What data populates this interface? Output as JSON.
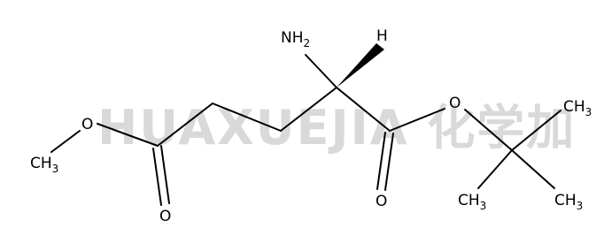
{
  "watermark": "HUAXUEJIA 化学加",
  "atoms": {
    "nh2": {
      "main": "NH",
      "sub": "2"
    },
    "h": "H",
    "ch3_left": {
      "main": "CH",
      "sub": "3"
    },
    "o_ester_left": "O",
    "o_carbonyl_left": "O",
    "o_ester_right": "O",
    "o_carbonyl_right": "O",
    "ch3_top": {
      "main": "CH",
      "sub": "3"
    },
    "ch3_bottom_left": {
      "main": "CH",
      "sub": "3"
    },
    "ch3_bottom_right": {
      "main": "CH",
      "sub": "3"
    }
  }
}
